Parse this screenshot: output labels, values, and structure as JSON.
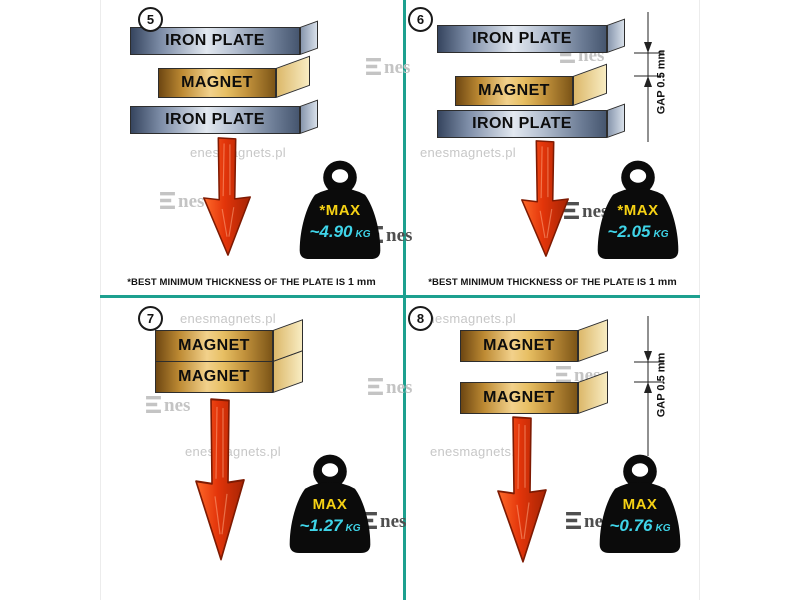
{
  "watermark": {
    "site": "enesmagnets.pl",
    "logo_suffix": "nes"
  },
  "panels": [
    {
      "number": "5",
      "layers": [
        "IRON PLATE",
        "MAGNET",
        "IRON PLATE"
      ],
      "weight": {
        "label": "*MAX",
        "value": "~4.90",
        "unit": "KG"
      },
      "footnote": {
        "text": "*BEST MINIMUM THICKNESS OF THE PLATE IS",
        "bold": "1 mm"
      }
    },
    {
      "number": "6",
      "layers": [
        "IRON PLATE",
        "MAGNET",
        "IRON PLATE"
      ],
      "gap_label": "GAP 0.5 mm",
      "weight": {
        "label": "*MAX",
        "value": "~2.05",
        "unit": "KG"
      },
      "footnote": {
        "text": "*BEST MINIMUM THICKNESS OF THE PLATE IS",
        "bold": "1 mm"
      }
    },
    {
      "number": "7",
      "layers": [
        "MAGNET",
        "MAGNET"
      ],
      "weight": {
        "label": "MAX",
        "value": "~1.27",
        "unit": "KG"
      }
    },
    {
      "number": "8",
      "layers": [
        "MAGNET",
        "MAGNET"
      ],
      "gap_label": "GAP 0.5 mm",
      "weight": {
        "label": "MAX",
        "value": "~0.76",
        "unit": "KG"
      }
    }
  ],
  "colors": {
    "divider_teal": "#1da08f",
    "accent_yellow": "#f6d214",
    "accent_cyan": "#3fd4e8",
    "arrow_red": "#e03a0a",
    "plate_steel": "#7e8ea8",
    "magnet_gold": "#e7bf63"
  }
}
